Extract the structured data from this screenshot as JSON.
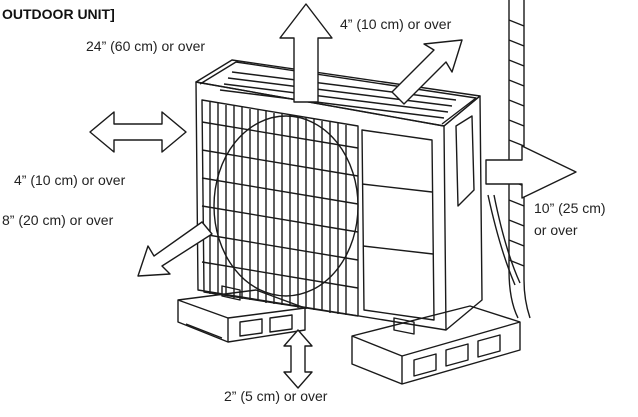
{
  "title": "OUTDOOR UNIT]",
  "clearances": {
    "top": "24” (60 cm) or over",
    "back_top": "4” (10 cm) or over",
    "left": "4” (10 cm) or over",
    "front": "8” (20 cm) or over",
    "right_line1": "10” (25 cm)",
    "right_line2": "or over",
    "bottom": "2” (5 cm) or over"
  },
  "icons": [
    "double-arrow-icon",
    "outdoor-unit",
    "pipe",
    "base-block"
  ]
}
